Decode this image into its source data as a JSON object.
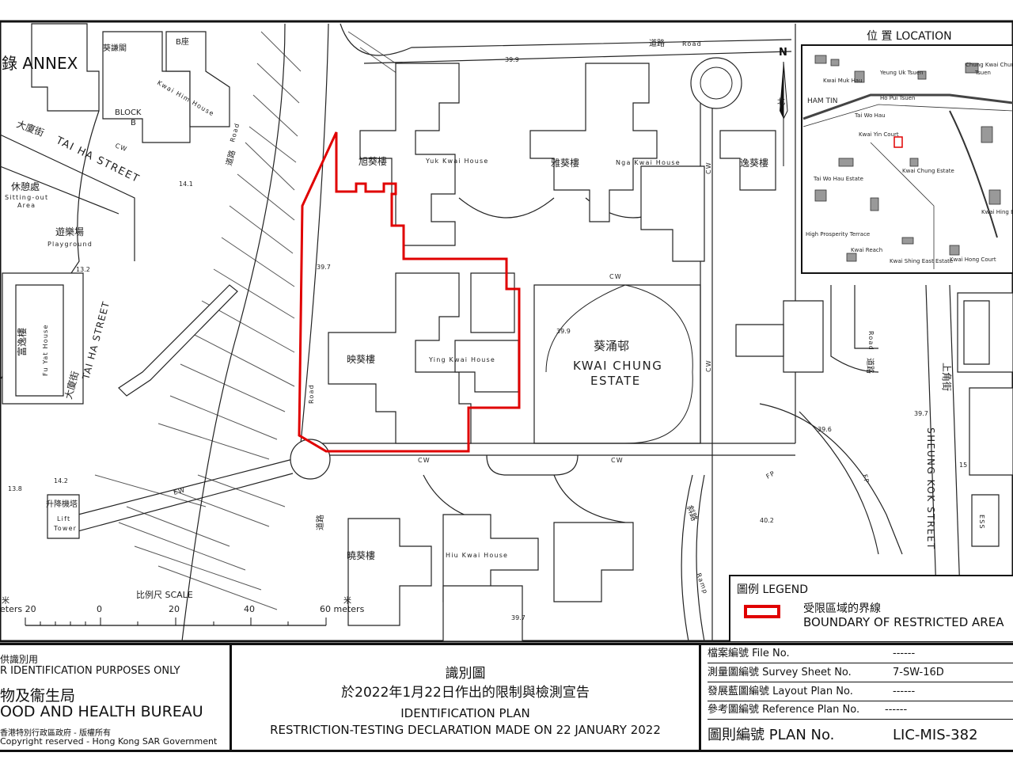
{
  "map": {
    "annex": "錄 ANNEX",
    "estate": {
      "zh": "葵涌邨",
      "en_line1": "KWAI CHUNG",
      "en_line2": "ESTATE"
    },
    "houses": [
      {
        "zh": "旭葵樓",
        "en": "Yuk Kwai House"
      },
      {
        "zh": "雅葵樓",
        "en": "Nga Kwai House"
      },
      {
        "zh": "逸葵樓",
        "en": ""
      },
      {
        "zh": "映葵樓",
        "en": "Ying Kwai House"
      },
      {
        "zh": "曉葵樓",
        "en": "Hiu Kwai House"
      }
    ],
    "left_labels": {
      "block_zh1": "葵謙閣",
      "block_zh2": "B座",
      "block_en1": "Kwai Him House",
      "block_en2": "BLOCK",
      "block_en3": "B",
      "street_zh": "大廈街",
      "street_en": "TAI HA STREET",
      "sitting_zh": "休憩處",
      "sitting_en1": "Sitting-out",
      "sitting_en2": "Area",
      "playground_zh": "遊樂場",
      "playground_en": "Playground",
      "fuyat_zh": "富逸樓",
      "fuyat_en": "Fu Yat House",
      "street2_zh": "大廈街",
      "street2_en": "TAI HA STREET",
      "lift_zh": "升降機塔",
      "lift_en1": "Lift",
      "lift_en2": "Tower",
      "road_zh": "道路",
      "road_en": "Road"
    },
    "right_labels": {
      "sheung_zh": "上角街",
      "sheung_en": "SHEUNG KOK STREET",
      "ramp_zh": "斜路",
      "ramp_en": "Ramp",
      "ess": "ESS"
    },
    "abbr": {
      "cw": "CW",
      "ew": "EW",
      "fp": "FP",
      "road": "Road",
      "road_zh": "道路"
    },
    "spot_heights": [
      "39.9",
      "39.7",
      "39.9",
      "14.1",
      "13.2",
      "13.8",
      "14.2",
      "39.7",
      "39.6",
      "40.2",
      "39.7",
      "15"
    ],
    "north": "N",
    "north_zh": "北",
    "scale": {
      "title": "比例尺 SCALE",
      "left_unit": "米",
      "left": "eters 20",
      "ticks": [
        "0",
        "20",
        "40"
      ],
      "right_unit": "米",
      "right": "60 meters"
    }
  },
  "location_map": {
    "title": "位 置 LOCATION",
    "places": [
      "Yeung Uk Tsuen",
      "Kwai Muk Hau",
      "Ho Pui Tsuen",
      "Chung Kwai Chung",
      "Tsuen",
      "HAM TIN",
      "Tai Wo Hau",
      "Kwai Yin Court",
      "Kwai Chung Estate",
      "Tai Wo Hau Estate",
      "High Prosperity Terrace",
      "Kwai Shing East Estate",
      "Kwai Hong Court",
      "Kwai Hing Estate",
      "Kwai Reach"
    ]
  },
  "legend": {
    "title": "圖例 LEGEND",
    "item_zh": "受限區域的界線",
    "item_en": "BOUNDARY OF RESTRICTED AREA",
    "color": "#e00000"
  },
  "footer": {
    "left": {
      "line1": "供識別用",
      "line2": "R IDENTIFICATION PURPOSES ONLY",
      "line3": "物及衞生局",
      "line4": "OOD AND HEALTH BUREAU",
      "line5": "香港特別行政區政府 - 版權所有",
      "line6": "Copyright reserved - Hong Kong SAR Government"
    },
    "center": {
      "title_zh": "識別圖",
      "subtitle_zh": "於2022年1月22日作出的限制與檢測宣告",
      "title_en": "IDENTIFICATION PLAN",
      "subtitle_en": "RESTRICTION-TESTING DECLARATION MADE ON 22 JANUARY 2022"
    },
    "right": {
      "file_label": "檔案編號  File  No.",
      "file_value": "------",
      "survey_label": "測量圖編號  Survey  Sheet  No.",
      "survey_value": "7-SW-16D",
      "layout_label": "發展藍圖編號  Layout  Plan  No.",
      "layout_value": "------",
      "ref_label": "參考圖編號  Reference  Plan  No.",
      "ref_value": "------",
      "plan_label": "圖則編號  PLAN  No.",
      "plan_value": "LIC-MIS-382"
    }
  }
}
